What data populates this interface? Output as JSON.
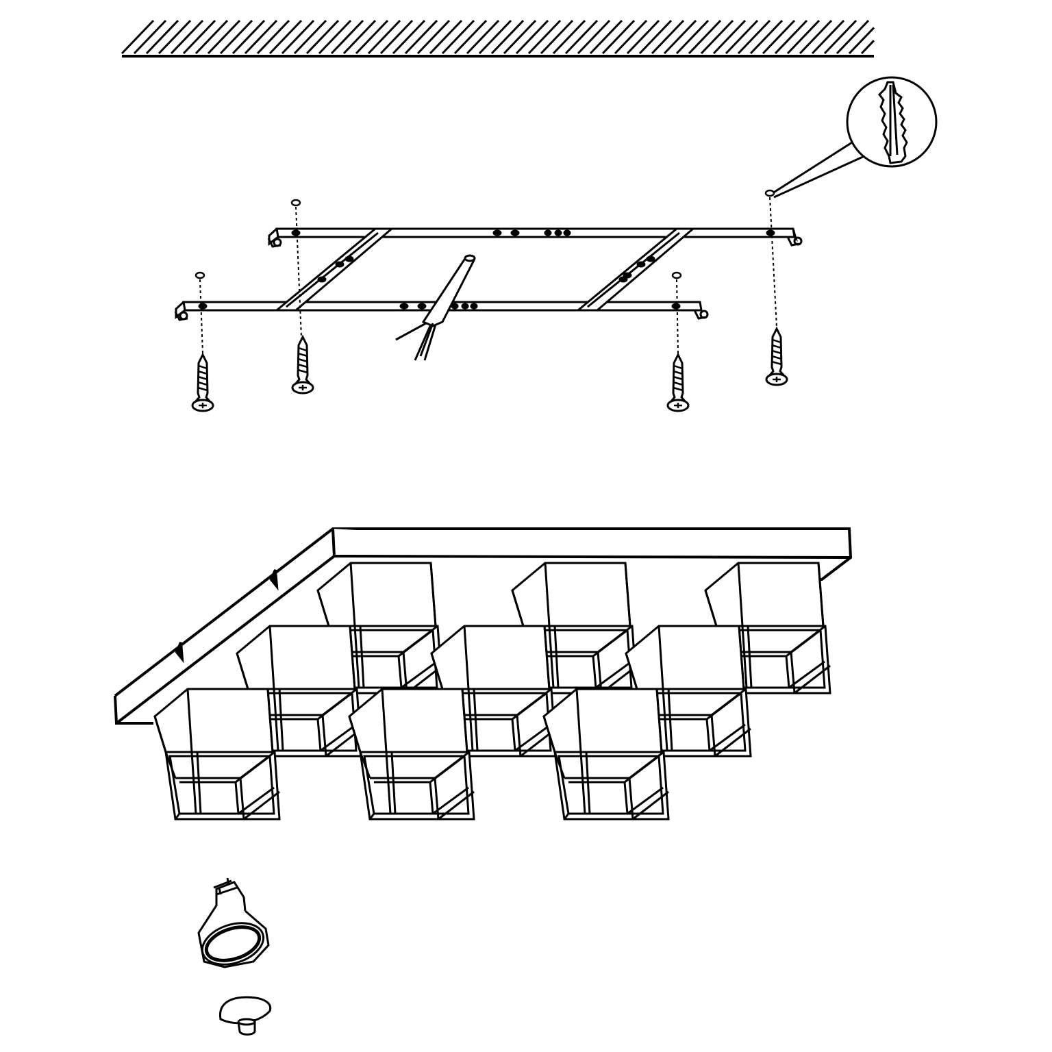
{
  "diagram": {
    "kind": "line-drawing",
    "ink_color": "#000000",
    "background_color": "#ffffff",
    "sections": {
      "ceiling": "ceiling-hatch",
      "mounting": [
        "mounting-rail-back",
        "mounting-rail-front",
        "cross-brace-left",
        "cross-brace-right",
        "power-cable"
      ],
      "fasteners": [
        "wall-plug-detail",
        "screw"
      ],
      "fixture": [
        "canopy-plate",
        "cube-spotlight"
      ],
      "parts": [
        "gu10-bulb",
        "bulb-base-cap"
      ]
    },
    "counts": {
      "screws": 4,
      "wall_plugs": 4,
      "spotlights": 9
    }
  }
}
